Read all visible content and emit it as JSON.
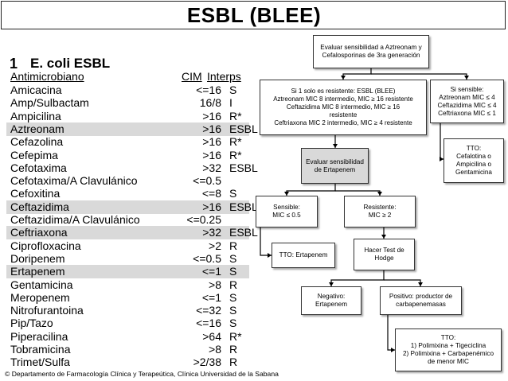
{
  "title": "ESBL (BLEE)",
  "antibiogram": {
    "number": "1",
    "organism": "E. coli ESBL",
    "headers": {
      "drug": "Antimicrobiano",
      "cim": "CIM",
      "interp": "Interps"
    },
    "rows": [
      {
        "drug": "Amicacina",
        "cim": "<=16",
        "interp": "S",
        "hl": false
      },
      {
        "drug": "Amp/Sulbactam",
        "cim": "16/8",
        "interp": "I",
        "hl": false
      },
      {
        "drug": "Ampicilina",
        "cim": ">16",
        "interp": "R*",
        "hl": false
      },
      {
        "drug": "Aztreonam",
        "cim": ">16",
        "interp": "ESBL",
        "hl": true
      },
      {
        "drug": "Cefazolina",
        "cim": ">16",
        "interp": "R*",
        "hl": false
      },
      {
        "drug": "Cefepima",
        "cim": ">16",
        "interp": "R*",
        "hl": false
      },
      {
        "drug": "Cefotaxima",
        "cim": ">32",
        "interp": "ESBL",
        "hl": false
      },
      {
        "drug": "Cefotaxima/A Clavulánico",
        "cim": "<=0.5",
        "interp": "",
        "hl": false
      },
      {
        "drug": "Cefoxitina",
        "cim": "<=8",
        "interp": "S",
        "hl": false
      },
      {
        "drug": "Ceftazidima",
        "cim": ">16",
        "interp": "ESBL",
        "hl": true
      },
      {
        "drug": "Ceftazidima/A Clavulánico",
        "cim": "<=0.25",
        "interp": "",
        "hl": false
      },
      {
        "drug": "Ceftriaxona",
        "cim": ">32",
        "interp": "ESBL",
        "hl": true
      },
      {
        "drug": "Ciprofloxacina",
        "cim": ">2",
        "interp": "R",
        "hl": false
      },
      {
        "drug": "Doripenem",
        "cim": "<=0.5",
        "interp": "S",
        "hl": false
      },
      {
        "drug": "Ertapenem",
        "cim": "<=1",
        "interp": "S",
        "hl": true
      },
      {
        "drug": "Gentamicina",
        "cim": ">8",
        "interp": "R",
        "hl": false
      },
      {
        "drug": "Meropenem",
        "cim": "<=1",
        "interp": "S",
        "hl": false
      },
      {
        "drug": "Nitrofurantoina",
        "cim": "<=32",
        "interp": "S",
        "hl": false
      },
      {
        "drug": "Pip/Tazo",
        "cim": "<=16",
        "interp": "S",
        "hl": false
      },
      {
        "drug": "Piperacilina",
        "cim": ">64",
        "interp": "R*",
        "hl": false
      },
      {
        "drug": "Tobramicina",
        "cim": ">8",
        "interp": "R",
        "hl": false
      },
      {
        "drug": "Trimet/Sulfa",
        "cim": ">2/38",
        "interp": "R",
        "hl": false
      }
    ]
  },
  "flow": {
    "evaluate_aztreonam": [
      "Evaluar sensibilidad a Aztreonam y",
      "Cefalosporinas de 3ra generación"
    ],
    "if_resistant": [
      "Si 1 solo es resistente: ESBL (BLEE)",
      "Aztreonam MIC 8 intermedio, MIC ≥ 16 resistente",
      "Ceftazidima MIC 8 intermedio, MIC ≥ 16",
      "resistente",
      "Ceftriaxona MIC 2 intermedio, MIC ≥ 4 resistente"
    ],
    "if_sensitive": [
      "Si sensible:",
      "Aztreonam MIC ≤ 4",
      "Ceftazidima MIC ≤ 4",
      "Ceftriaxona MIC ≤ 1"
    ],
    "treatment_sensitive": [
      "TTO:",
      "Cefalotina o",
      "Ampicilina o",
      "Gentamicina"
    ],
    "evaluate_ertapenem": [
      "Evaluar sensibilidad",
      "de Ertapenem"
    ],
    "ertapenem_sensitive": [
      "Sensible:",
      "MIC ≤ 0.5"
    ],
    "ertapenem_resistant": [
      "Resistente:",
      "MIC ≥ 2"
    ],
    "treatment_ertapenem": [
      "TTO: Ertapenem"
    ],
    "hodge_test": [
      "Hacer Test de",
      "Hodge"
    ],
    "negative": [
      "Negativo:",
      "Ertapenem"
    ],
    "positive": [
      "Positivo: productor de",
      "carbapenemasas"
    ],
    "treatment_carbapenemase": [
      "TTO:",
      "1) Polimixina + Tigeciclina",
      "2) Polimixina + Carbapenémico",
      "de menor MIC"
    ]
  },
  "footer": "© Departamento de Farmacología Clínica y Terapeútica, Clínica Universidad de la Sabana"
}
